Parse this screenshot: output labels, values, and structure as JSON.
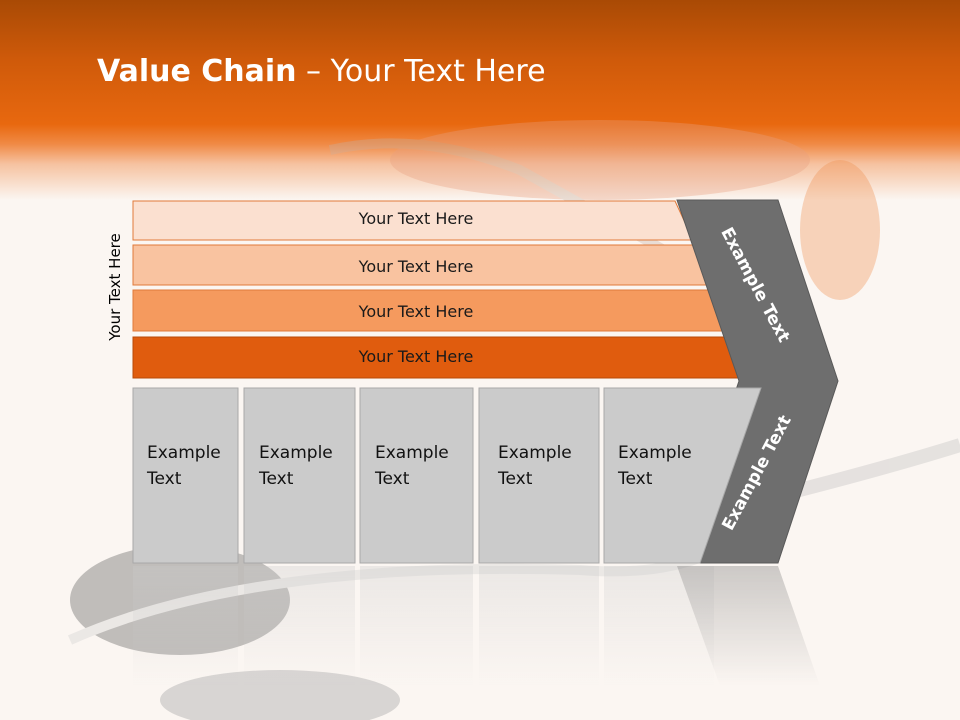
{
  "slide": {
    "title_bold": "Value Chain",
    "title_rest": " – Your Text Here",
    "side_label": "Your Text Here",
    "bands": [
      {
        "label": "Your Text Here",
        "color": "#fbe0d0"
      },
      {
        "label": "Your Text Here",
        "color": "#f9c3a0"
      },
      {
        "label": "Your Text Here",
        "color": "#f59a5e"
      },
      {
        "label": "Your Text Here",
        "color": "#e05c0e"
      }
    ],
    "cells": [
      {
        "line1": "Example",
        "line2": "Text"
      },
      {
        "line1": "Example",
        "line2": "Text"
      },
      {
        "line1": "Example",
        "line2": "Text"
      },
      {
        "line1": "Example",
        "line2": "Text"
      },
      {
        "line1": "Example",
        "line2": "Text"
      }
    ],
    "chevron_top": "Example Text",
    "chevron_bottom": "Example Text",
    "colors": {
      "accent": "#e8680f",
      "cell_fill": "#cbcbcb",
      "chevron_fill": "#6e6e6e"
    }
  }
}
